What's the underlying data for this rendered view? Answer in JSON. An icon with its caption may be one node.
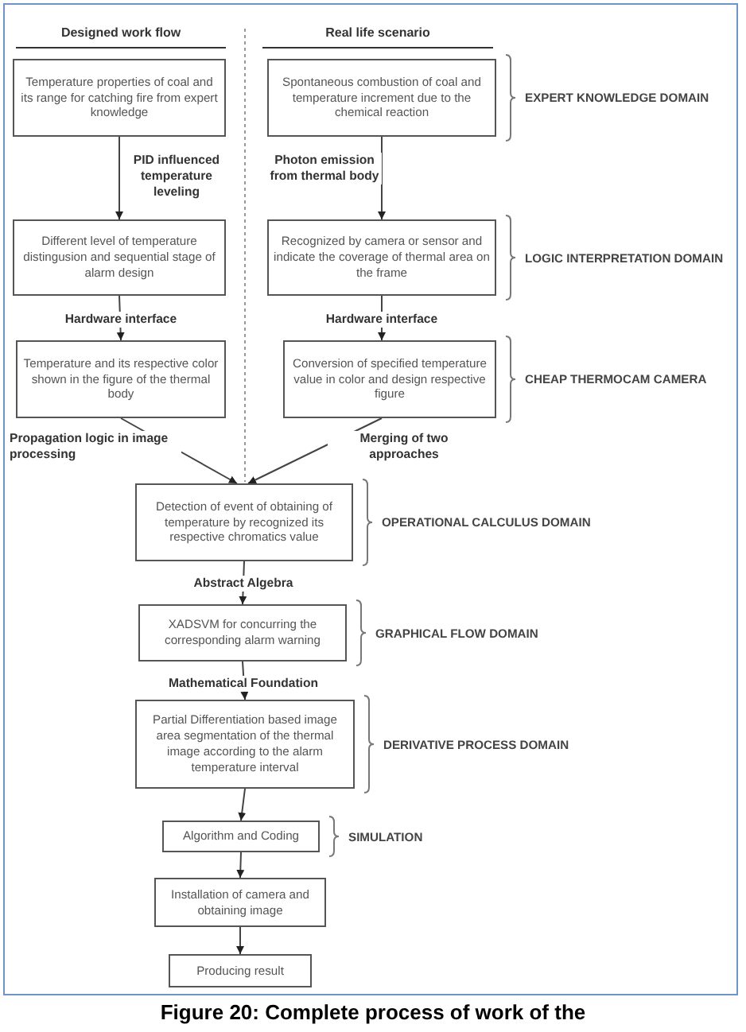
{
  "diagram": {
    "caption": "Figure 20: Complete process of work of the",
    "nodes": [
      {
        "text": [
          "Temperature properties of coal and its range for catching fire from expert knowledge"
        ]
      },
      {
        "text": [
          "Spontaneous combustion of coal and temperature increment due to the chemical reaction"
        ],
        "beside": [
          "EXPERT KNOWLEDGE DOMAIN"
        ]
      },
      {
        "text": [
          "Different level of temperature distingusion and sequential stage of alarm design"
        ]
      },
      {
        "text": [
          "Recognized by camera or sensor and indicate the coverage of thermal area on the frame"
        ],
        "beside": [
          "LOGIC INTERPRETATION DOMAIN"
        ]
      },
      {
        "text": [
          "Temperature and its respective color shown in the figure of the thermal body"
        ]
      },
      {
        "text": [
          "Conversion of specified temperature value in color and design respective figure"
        ],
        "beside": [
          "CHEAP THERMOCAM CAMERA"
        ]
      },
      {
        "text": [
          "Detection of event of obtaining of temperature by recognized its respective chromatics value"
        ],
        "beside": [
          "OPERATIONAL CALCULUS DOMAIN"
        ]
      },
      {
        "text": [
          "XADSVM for concurring the corresponding alarm warning"
        ],
        "beside": [
          "GRAPHICAL FLOW DOMAIN"
        ]
      },
      {
        "text": [
          "Partial Differentiation based image area segmentation of the thermal image according to the alarm temperature interval"
        ],
        "beside": [
          "DERIVATIVE PROCESS DOMAIN"
        ]
      },
      {
        "text": [
          "Algorithm and Coding"
        ],
        "beside": [
          "SIMULATION"
        ]
      },
      {
        "text": [
          "Installation of camera and obtaining image"
        ]
      },
      {
        "text": [
          "Producing result"
        ]
      }
    ],
    "edges": [
      {
        "from": 0,
        "to": 2,
        "arrow": "to",
        "label": "PID influenced temperature leveling"
      },
      {
        "from": 2,
        "to": 4,
        "arrow": "to",
        "label": "Hardware interface"
      },
      {
        "from": 1,
        "to": 3,
        "arrow": "to",
        "label": "Photon emission from thermal body"
      },
      {
        "from": 3,
        "to": 5,
        "arrow": "to",
        "label": "Hardware interface"
      },
      {
        "from": 4,
        "to": 6,
        "arrow": "to",
        "label": "Propagation logic in image processing"
      },
      {
        "from": 5,
        "to": 6,
        "arrow": "to",
        "label": "Merging of two approaches"
      },
      {
        "from": 6,
        "to": 7,
        "arrow": "to",
        "label": "Abstract Algebra"
      },
      {
        "from": 7,
        "to": 8,
        "arrow": "to",
        "label": "Mathematical Foundation"
      },
      {
        "from": 8,
        "to": 9,
        "arrow": "to"
      },
      {
        "from": 9,
        "to": 10,
        "arrow": "to"
      },
      {
        "from": 10,
        "to": 11,
        "arrow": "to"
      }
    ],
    "labels": [
      "Designed work flow",
      "Real life scenario"
    ]
  }
}
